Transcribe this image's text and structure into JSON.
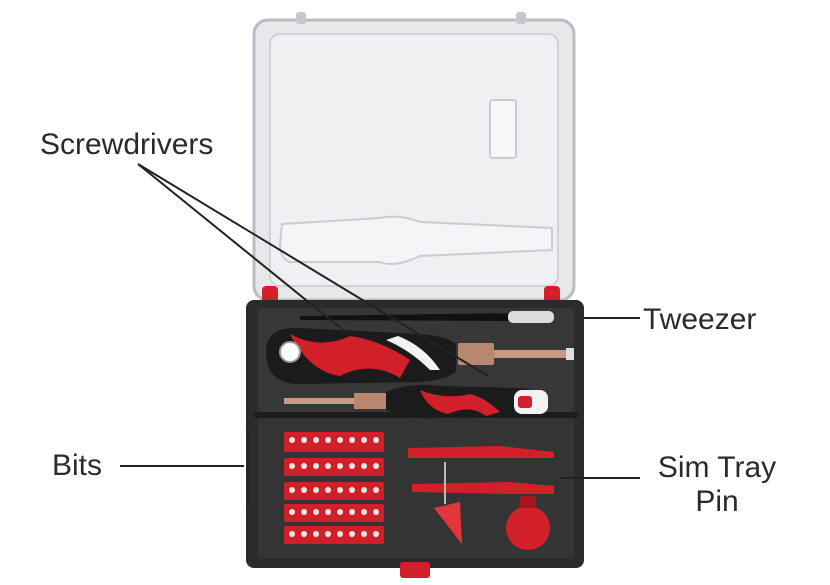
{
  "labels": {
    "screwdrivers": "Screwdrivers",
    "tweezer": "Tweezer",
    "bits": "Bits",
    "sim_tray_pin_line1": "Sim Tray",
    "sim_tray_pin_line2": "Pin"
  },
  "colors": {
    "case_dark": "#2b2b2b",
    "accent_red": "#d2202a",
    "lid": "#e4e6e8",
    "leader": "#222222"
  }
}
